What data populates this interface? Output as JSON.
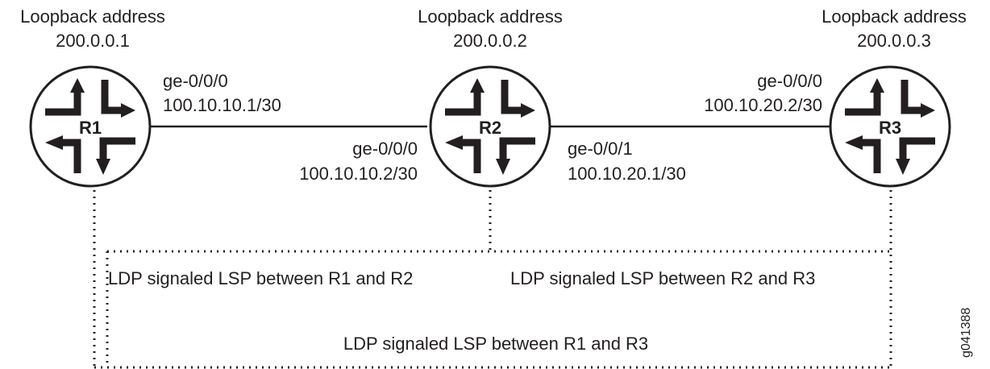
{
  "colors": {
    "line": "#231f20",
    "background": "#ffffff"
  },
  "routers": [
    {
      "name": "R1",
      "icon": "router-icon",
      "loopback_label": "Loopback address",
      "loopback_ip": "200.0.0.1"
    },
    {
      "name": "R2",
      "icon": "router-icon",
      "loopback_label": "Loopback address",
      "loopback_ip": "200.0.0.2"
    },
    {
      "name": "R3",
      "icon": "router-icon",
      "loopback_label": "Loopback address",
      "loopback_ip": "200.0.0.3"
    }
  ],
  "interfaces": {
    "r1_ge000": {
      "name": "ge-0/0/0",
      "ip": "100.10.10.1/30"
    },
    "r2_ge000": {
      "name": "ge-0/0/0",
      "ip": "100.10.10.2/30"
    },
    "r2_ge001": {
      "name": "ge-0/0/1",
      "ip": "100.10.20.1/30"
    },
    "r3_ge000": {
      "name": "ge-0/0/0",
      "ip": "100.10.20.2/30"
    }
  },
  "lsps": {
    "r1_r2": "LDP signaled LSP between R1 and R2",
    "r2_r3": "LDP signaled LSP between R2 and R3",
    "r1_r3": "LDP signaled LSP between R1 and R3"
  },
  "figure_id": "g041388"
}
